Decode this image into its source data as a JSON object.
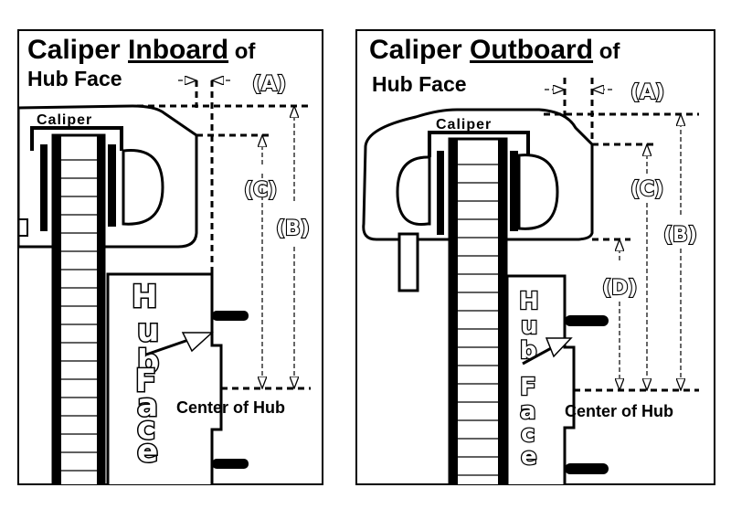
{
  "left_panel": {
    "title_prefix": "Caliper ",
    "title_emph": "Inboard",
    "title_suffix": " of",
    "subtitle": "Hub Face",
    "caliper_label": "Caliper",
    "dim_a": "(A)",
    "dim_b": "(B)",
    "dim_c": "(C)",
    "hub_letters": [
      "H",
      "u",
      "b"
    ],
    "face_letters": [
      "F",
      "a",
      "c",
      "e"
    ],
    "center_label": "Center of Hub"
  },
  "right_panel": {
    "title_prefix": "Caliper ",
    "title_emph": "Outboard",
    "title_suffix": " of",
    "subtitle": "Hub Face",
    "caliper_label": "Caliper",
    "dim_a": "(A)",
    "dim_b": "(B)",
    "dim_c": "(C)",
    "dim_d": "(D)",
    "hub_letters": [
      "H",
      "u",
      "b"
    ],
    "face_letters": [
      "F",
      "a",
      "c",
      "e"
    ],
    "center_label": "Center of Hub"
  }
}
